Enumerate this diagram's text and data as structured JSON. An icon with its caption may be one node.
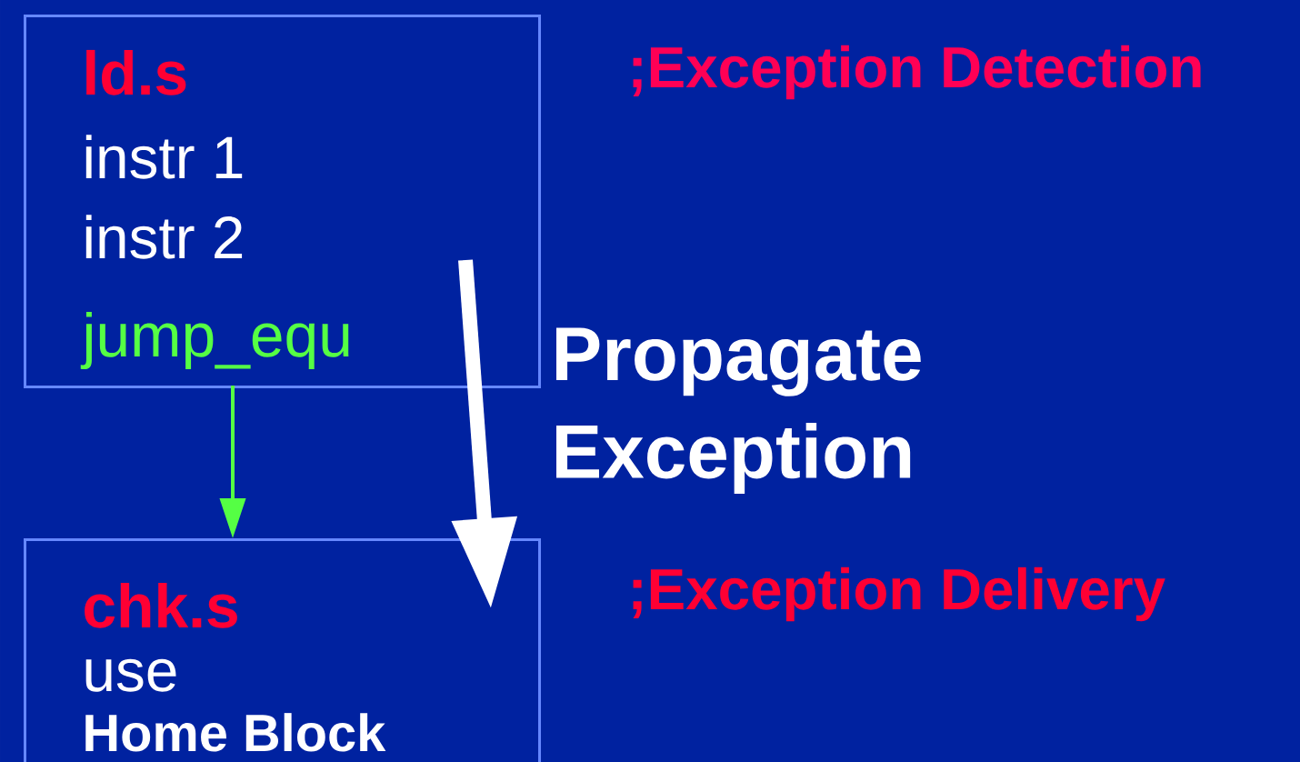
{
  "diagram": {
    "nodes": [
      {
        "text": [
          "ld.s",
          "instr 1",
          "instr 2",
          "jump_equ"
        ]
      },
      {
        "text": [
          "chk.s",
          "use",
          "Home Block"
        ]
      }
    ],
    "edges": [
      {
        "from": 0,
        "to": 1,
        "arrow": "to",
        "color": "#55ff44"
      },
      {
        "from": 0,
        "to": 1,
        "arrow": "to",
        "label": "Propagate Exception",
        "style": "thick",
        "color": "#ffffff"
      }
    ],
    "labels": [
      ";Exception Detection",
      ";Exception Delivery"
    ]
  }
}
